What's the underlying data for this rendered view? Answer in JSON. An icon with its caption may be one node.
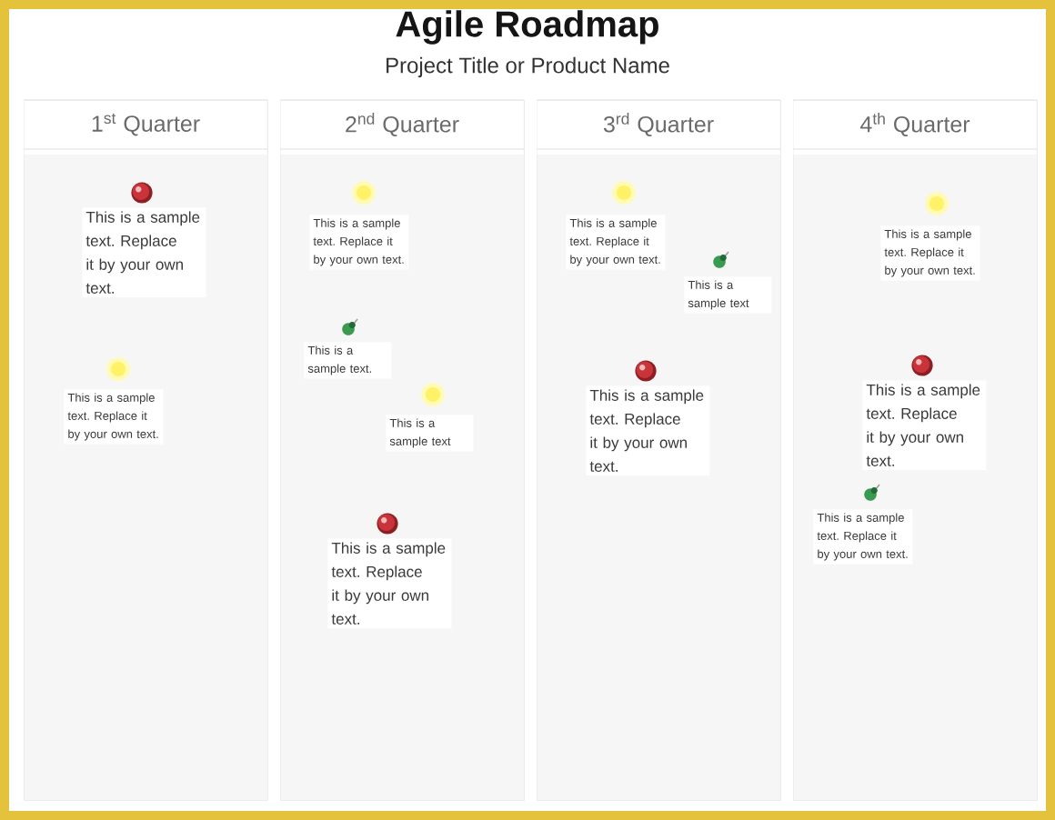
{
  "diagram": {
    "title": "Agile Roadmap",
    "nodes": [
      {
        "text": [
          "1$^{st}$ Quarter"
        ]
      },
      {
        "text": [
          "This is a sample text. Replace it by your own text."
        ],
        "in": 0
      },
      {
        "text": [
          "This is a sample text. Replace it by your own text."
        ],
        "in": 0
      },
      {
        "text": [
          "2$^{nd}$ Quarter"
        ]
      },
      {
        "text": [
          "This is a sample text. Replace it by your own text."
        ],
        "in": 3
      },
      {
        "text": [
          "This is a sample text."
        ],
        "in": 3
      },
      {
        "text": [
          "This is a sample text"
        ],
        "in": 3
      },
      {
        "text": [
          "This is a sample text. Replace it by your own text."
        ],
        "in": 3
      },
      {
        "text": [
          "3$^{rd}$ Quarter"
        ]
      },
      {
        "text": [
          "This is a sample text. Replace it by your own text."
        ],
        "in": 8
      },
      {
        "text": [
          "This is a sample text"
        ],
        "in": 8
      },
      {
        "text": [
          "This is a sample text. Replace it by your own text."
        ],
        "in": 8
      },
      {
        "text": [
          "4$^{th}$ Quarter"
        ]
      },
      {
        "text": [
          "This is a sample text. Replace it by your own text."
        ],
        "in": 12
      },
      {
        "text": [
          "This is a sample text. Replace it by your own text."
        ],
        "in": 12
      },
      {
        "text": [
          "This is a sample text. Replace it by your own text."
        ],
        "in": 12
      }
    ],
    "labels": [
      "Project Title or Product Name"
    ]
  }
}
